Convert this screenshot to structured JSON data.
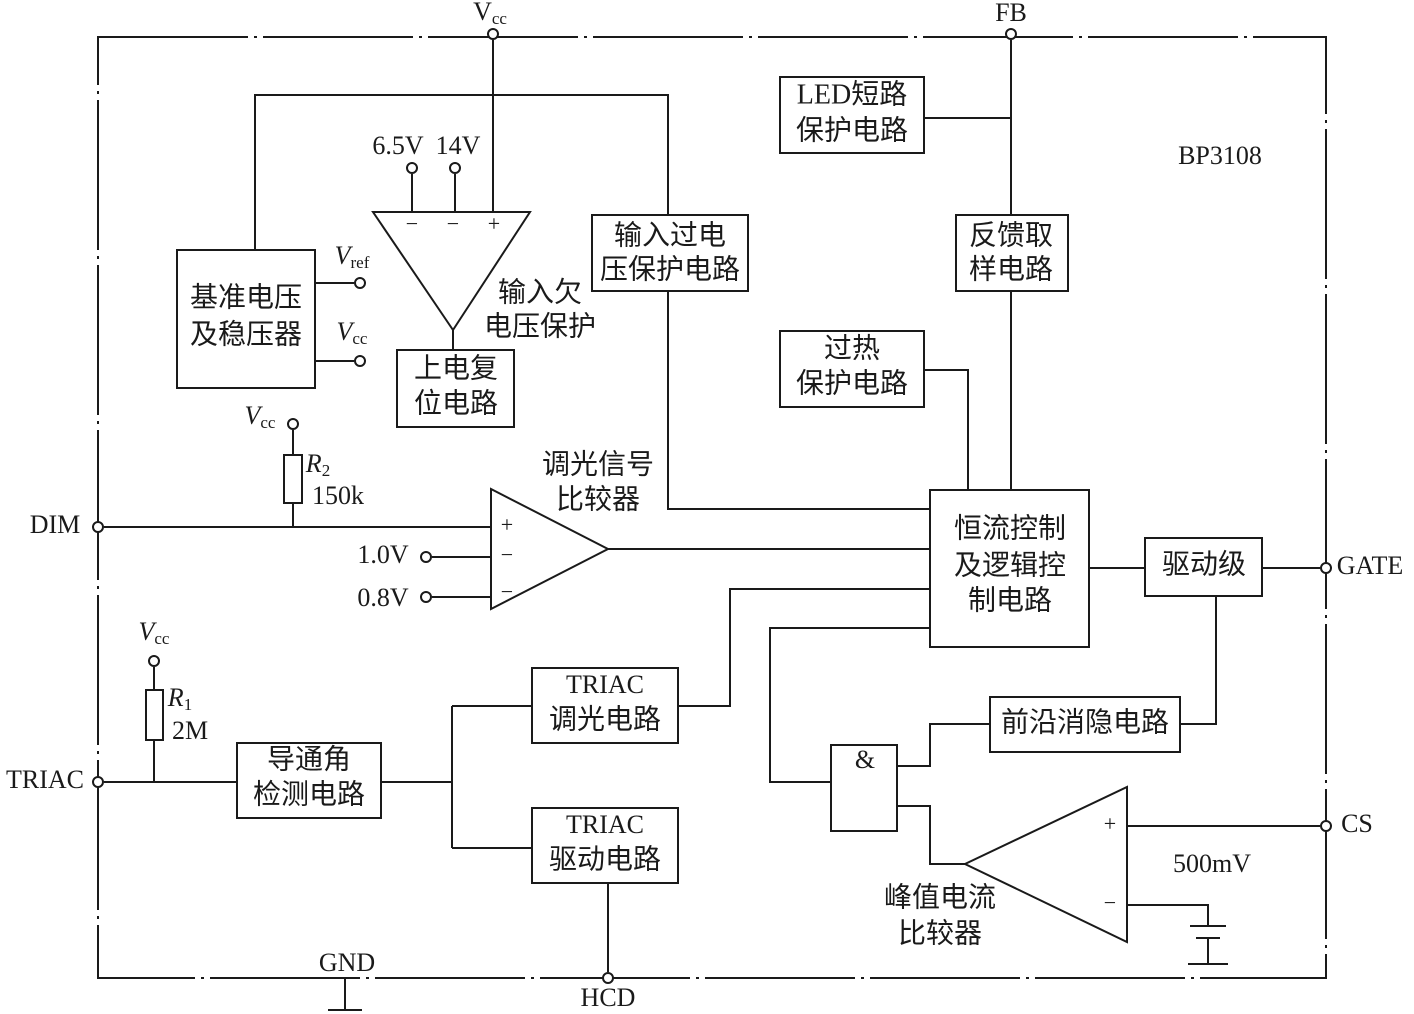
{
  "chip": {
    "part_number": "BP3108"
  },
  "pins": {
    "vcc": {
      "symbol": "V",
      "sub": "cc"
    },
    "fb": "FB",
    "dim": "DIM",
    "triac": "TRIAC",
    "gate": "GATE",
    "cs": "CS",
    "hcd": "HCD",
    "gnd": "GND"
  },
  "reference_regulator": {
    "lines": [
      "基准电压",
      "及稳压器"
    ],
    "vref": {
      "symbol": "V",
      "sub": "ref"
    },
    "vcc": {
      "symbol": "V",
      "sub": "cc"
    }
  },
  "undervoltage_comparator": {
    "inputs": [
      "−",
      "−",
      "+"
    ],
    "thresholds": [
      "6.5V",
      "14V"
    ],
    "label": [
      "输入欠",
      "电压保护"
    ]
  },
  "power_on_reset": {
    "lines": [
      "上电复",
      "位电路"
    ]
  },
  "overvoltage_protection": {
    "lines": [
      "输入过电",
      "压保护电路"
    ]
  },
  "led_short_protection": {
    "lines": [
      "LED短路",
      "保护电路"
    ]
  },
  "feedback_sampling": {
    "lines": [
      "反馈取",
      "样电路"
    ]
  },
  "overtemp_protection": {
    "lines": [
      "过热",
      "保护电路"
    ]
  },
  "control_logic": {
    "lines": [
      "恒流控制",
      "及逻辑控",
      "制电路"
    ]
  },
  "driver_stage": {
    "label": "驱动级"
  },
  "leading_edge_blanking": {
    "label": "前沿消隐电路"
  },
  "and_gate": {
    "symbol": "&"
  },
  "peak_current_comparator": {
    "inputs": [
      "+",
      "−"
    ],
    "reference": "500mV",
    "label": [
      "峰值电流",
      "比较器"
    ]
  },
  "dimming_comparator": {
    "inputs": [
      "+",
      "−",
      "−"
    ],
    "references": [
      "1.0V",
      "0.8V"
    ],
    "label": [
      "调光信号",
      "比较器"
    ]
  },
  "r2": {
    "vcc": {
      "symbol": "V",
      "sub": "cc"
    },
    "symbol": "R",
    "sub": "2",
    "value": "150k"
  },
  "r1": {
    "vcc": {
      "symbol": "V",
      "sub": "cc"
    },
    "symbol": "R",
    "sub": "1",
    "value": "2M"
  },
  "conduction_angle_detector": {
    "lines": [
      "导通角",
      "检测电路"
    ]
  },
  "triac_dimming": {
    "lines": [
      "TRIAC",
      "调光电路"
    ]
  },
  "triac_driver": {
    "lines": [
      "TRIAC",
      "驱动电路"
    ]
  }
}
